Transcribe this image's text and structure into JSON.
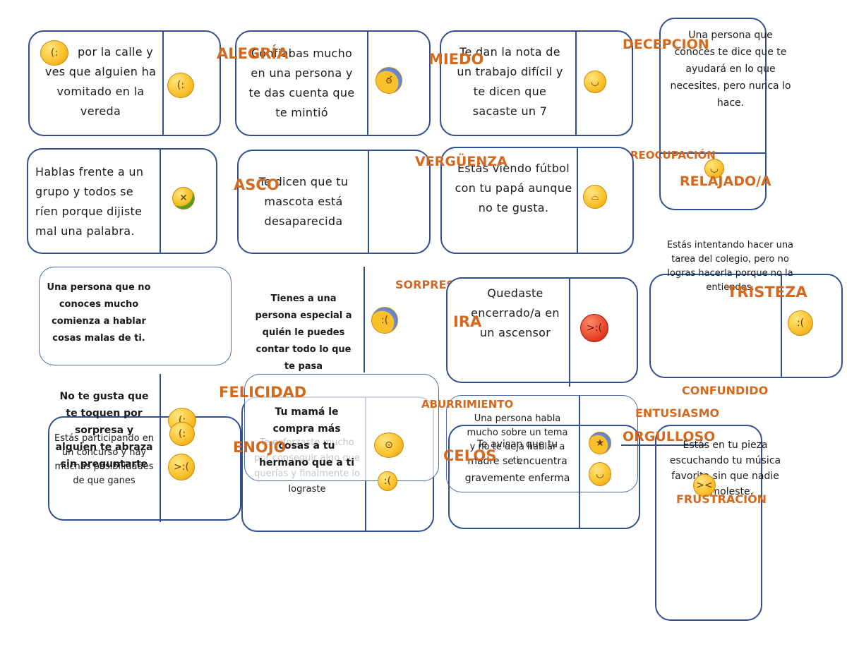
{
  "cards": {
    "c1": "por la calle y ves que alguien ha vomitado en la vereda",
    "c2": "Confiabas mucho en una persona y te das cuenta que te mintió",
    "c3": "Te dan la nota de un trabajo difícil y te dicen que sacaste un 7",
    "c4": "Una persona que conoces te dice que te ayudará en lo que necesites, pero nunca lo hace.",
    "c5": "Hablas frente a un grupo y todos se ríen porque dijiste mal una palabra.",
    "c6": "Te dicen que tu mascota está desaparecida",
    "c7": "Estás viendo fútbol con tu papá aunque no te gusta.",
    "c8": "Estás intentando hacer una tarea del colegio, pero no logras hacerla porque no la entiendes.",
    "c9": "Una persona que no conoces mucho comienza a hablar cosas malas de ti.",
    "c10": "Tienes a una persona especial a quién le puedes contar todo lo que te pasa",
    "c11": "Quedaste encerrado/a en un ascensor",
    "c12a": "No te gusta que te toquen por sorpresa y alguien te abraza sin preguntarte",
    "c12b": "Estás participando en un concurso y hay muchas posibilidades de que ganes",
    "c13a": "Tu mamá le compra más cosas a tu hermano que a ti",
    "c13b": "Te esforzaste mucho por conseguir algo que querías y finalmente lo lograste",
    "c14a": "Una persona habla mucho sobre un tema y no te deja hablar a ti.",
    "c14b": "Te avisan que tu madre se encuentra gravemente enferma",
    "c15": "Estás en tu pieza escuchando tu música favorita sin que nadie te moleste."
  },
  "labels": {
    "alegria": "ALEGRÍA",
    "miedo": "MIEDO",
    "decepcion": "DECEPCIÓN",
    "preocupacion": "PREOCUPACIÓN",
    "relajado": "RELAJADO/A",
    "verguenza": "VERGÜENZA",
    "asco": "ASCO",
    "sorpresa": "SORPRESA",
    "ira": "IRA",
    "tristeza": "TRISTEZA",
    "felicidad": "FELICIDAD",
    "confundido": "CONFUNDIDO",
    "aburrimiento": "ABURRIMIENTO",
    "entusiasmo": "ENTUSIASMO",
    "orgulloso": "ORGULLOSO",
    "enojo": "ENOJO",
    "celos": "CELOS",
    "frustracion": "FRUSTRACIÓN"
  },
  "colors": {
    "label": "#d2691e",
    "card_border": "#2f4f8f"
  },
  "emoji_icons": {
    "e1": "grinning-icon",
    "e2": "screaming-fear-icon",
    "e3": "relieved-icon",
    "e4": "nauseated-icon",
    "e5": "sad-sweat-icon",
    "e6": "angry-icon",
    "e7": "frowning-icon",
    "e8": "anxious-sweat-icon",
    "e9": "exploding-head-icon",
    "e10": "star-struck-icon",
    "e11": "blushing-icon",
    "e12": "confounded-icon"
  }
}
